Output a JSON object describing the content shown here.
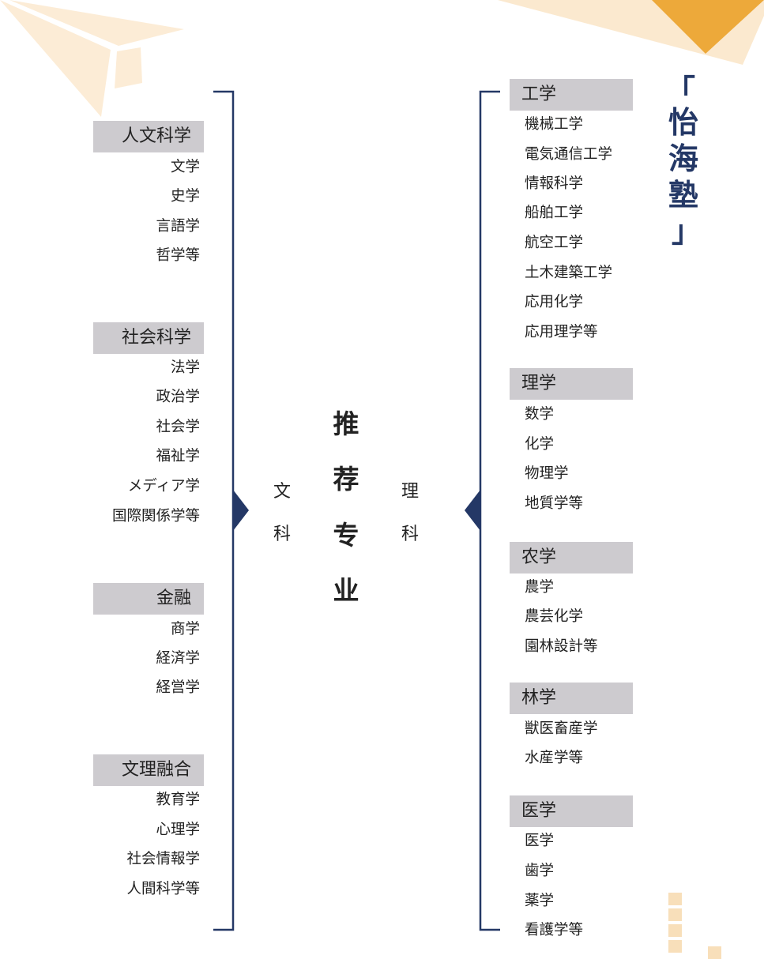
{
  "logo": {
    "bracket_open": "「",
    "chars": [
      "怡",
      "海",
      "塾"
    ],
    "bracket_close": "」"
  },
  "center": {
    "title_chars": [
      "推",
      "荐",
      "专",
      "业"
    ],
    "left_label": [
      "文",
      "科"
    ],
    "right_label": [
      "理",
      "科"
    ]
  },
  "colors": {
    "navy": "#243866",
    "header_bg": "#cdcbcf",
    "orange": "#eda93a",
    "light_orange": "#fbe9cf"
  },
  "left_groups": [
    {
      "title": "人文科学",
      "items": [
        "文学",
        "史学",
        "言語学",
        "哲学等"
      ]
    },
    {
      "title": "社会科学",
      "items": [
        "法学",
        "政治学",
        "社会学",
        "福祉学",
        "メディア学",
        "国際関係学等"
      ]
    },
    {
      "title": "金融",
      "items": [
        "商学",
        "経済学",
        "経営学"
      ]
    },
    {
      "title": "文理融合",
      "items": [
        "教育学",
        "心理学",
        "社会情報学",
        "人間科学等"
      ]
    }
  ],
  "right_groups": [
    {
      "title": "工学",
      "items": [
        "機械工学",
        "電気通信工学",
        "情報科学",
        "船舶工学",
        "航空工学",
        "土木建築工学",
        "応用化学",
        "応用理学等"
      ]
    },
    {
      "title": "理学",
      "items": [
        "数学",
        "化学",
        "物理学",
        "地質学等"
      ]
    },
    {
      "title": "农学",
      "items": [
        "農学",
        "農芸化学",
        "園林設計等"
      ]
    },
    {
      "title": "林学",
      "items": [
        "獣医畜産学",
        "水産学等"
      ]
    },
    {
      "title": "医学",
      "items": [
        "医学",
        "歯学",
        "薬学",
        "看護学等"
      ]
    }
  ]
}
